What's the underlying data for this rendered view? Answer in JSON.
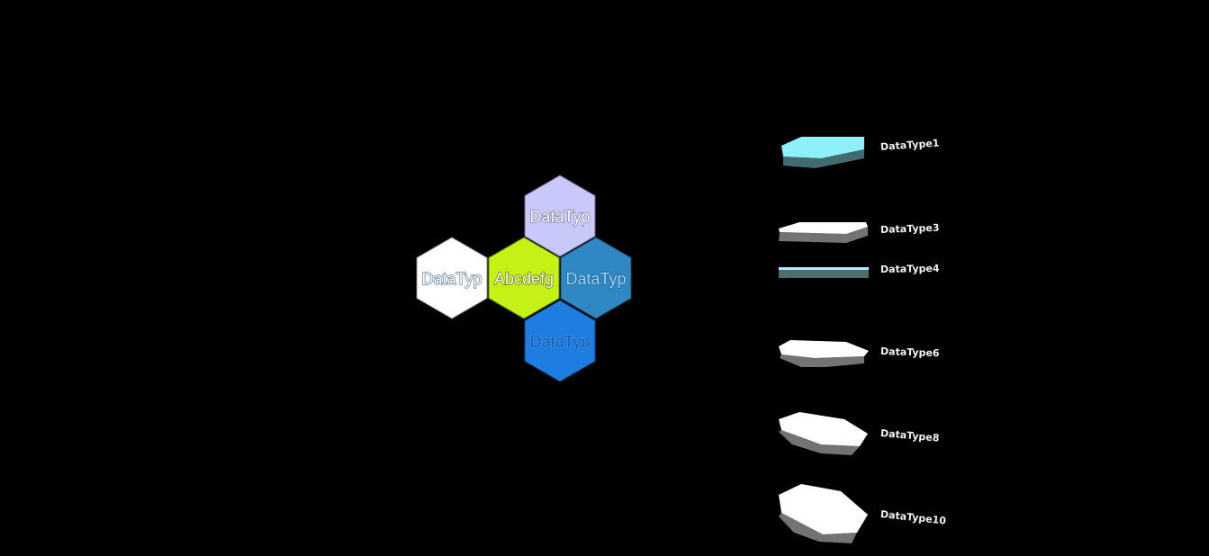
{
  "hexagons": [
    {
      "id": "top",
      "label": "DataTyp",
      "color": "#c8c8fa",
      "text_color": "#ffffff",
      "stroke_color": "#6a6a8a"
    },
    {
      "id": "left",
      "label": "DataTyp",
      "color": "#ffffff",
      "text_color": "#ffffff",
      "stroke_color": "#3b6b86"
    },
    {
      "id": "center",
      "label": "Abcdefg",
      "color": "#c4f214",
      "text_color": "#ffffff",
      "stroke_color": "#4b5e0a"
    },
    {
      "id": "right",
      "label": "DataTyp",
      "color": "#2f87c4",
      "text_color": "#9fd3f5",
      "stroke_color": "#1f5f8c"
    },
    {
      "id": "bottom",
      "label": "DataTyp",
      "color": "#1d7de0",
      "text_color": "#1d5aa8",
      "stroke_color": "#3f9cf0"
    }
  ],
  "legend": [
    {
      "label": "DataType1",
      "color": "#8ef0f8"
    },
    {
      "label": "DataType3",
      "color": "#ffffff"
    },
    {
      "label": "DataType4",
      "color": "#a8f2fa"
    },
    {
      "label": "DataType6",
      "color": "#ffffff"
    },
    {
      "label": "DataType8",
      "color": "#ffffff"
    },
    {
      "label": "DataType10",
      "color": "#ffffff"
    }
  ]
}
